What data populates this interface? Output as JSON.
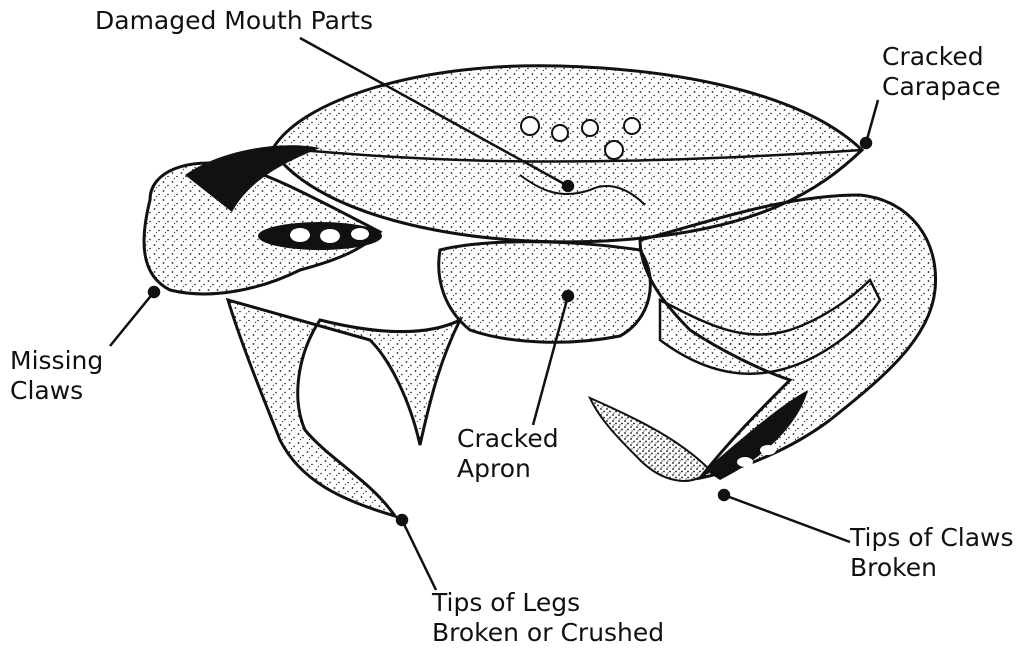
{
  "labels": {
    "mouth": {
      "line1": "Damaged Mouth Parts"
    },
    "carapace": {
      "line1": "Cracked",
      "line2": "Carapace"
    },
    "missing": {
      "line1": "Missing",
      "line2": "Claws"
    },
    "apron": {
      "line1": "Cracked",
      "line2": "Apron"
    },
    "legs": {
      "line1": "Tips of Legs",
      "line2": "Broken or Crushed"
    },
    "claws": {
      "line1": "Tips of Claws",
      "line2": "Broken"
    }
  },
  "colors": {
    "ink": "#111111",
    "body": "#f4f4f4",
    "background": "#ffffff"
  }
}
